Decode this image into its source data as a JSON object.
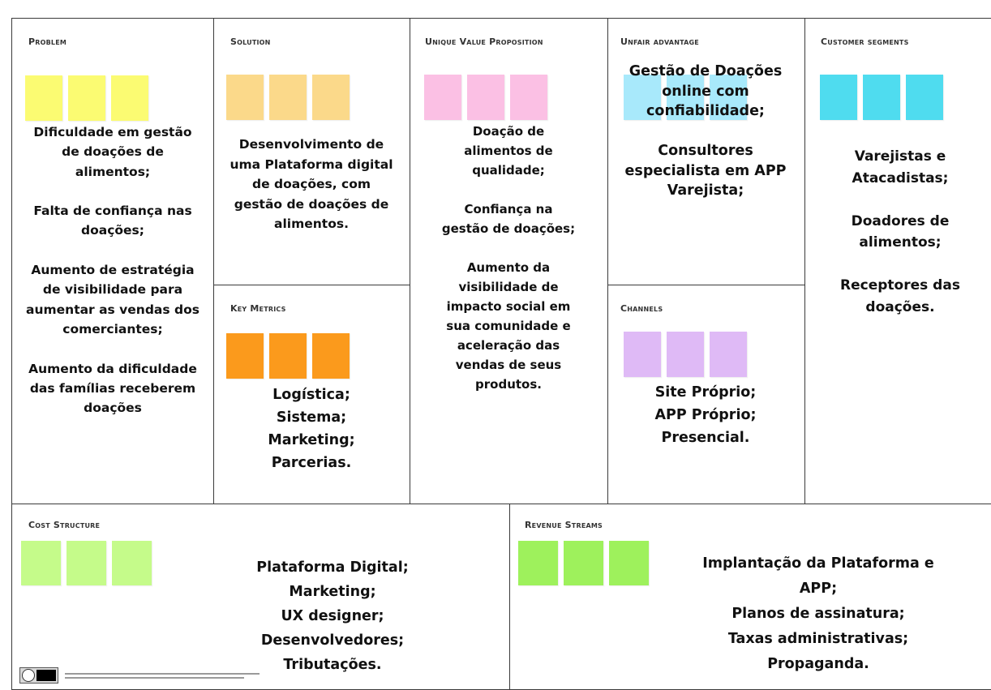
{
  "canvas": {
    "sections": {
      "problem": {
        "title": "Problem",
        "text": "Dificuldade em gestão\nde doações de\nalimentos;\n\nFalta de confiança nas\ndoações;\n\nAumento de estratégia\nde visibilidade para\naumentar as vendas dos\ncomerciantes;\n\nAumento da dificuldade\ndas famílias receberem\ndoações"
      },
      "solution": {
        "title": "Solution",
        "text": "Desenvolvimento de\numa Plataforma digital\nde doações, com\ngestão de doações de\nalimentos."
      },
      "key_metrics": {
        "title": "Key Metrics",
        "text": "Logística;\nSistema;\nMarketing;\nParcerias."
      },
      "uvp": {
        "title": "Unique Value Proposition",
        "text": "Doação de\nalimentos de\nqualidade;\n\nConfiança na\ngestão de doações;\n\nAumento da\nvisibilidade de\nimpacto social em\nsua comunidade e\naceleração das\nvendas de seus\nprodutos."
      },
      "unfair_advantage": {
        "title": "Unfair advantage",
        "text": "Gestão de Doações\nonline com\nconfiabilidade;\n\nConsultores\nespecialista em  APP\nVarejista;"
      },
      "channels": {
        "title": "Channels",
        "text": "Site Próprio;\nAPP Próprio;\nPresencial."
      },
      "customer_segments": {
        "title": "Customer segments",
        "text": "Varejistas e\nAtacadistas;\n\nDoadores de\nalimentos;\n\nReceptores das\ndoações."
      },
      "cost_structure": {
        "title": "Cost Structure",
        "text": "Plataforma Digital;\nMarketing;\nUX designer;\nDesenvolvedores;\nTributações."
      },
      "revenue_streams": {
        "title": "Revenue Streams",
        "text": "Implantação da Plataforma e\nAPP;\nPlanos de assinatura;\nTaxas administrativas;\nPropaganda."
      }
    },
    "note_colors": {
      "problem": "#fbfb72",
      "solution": "#fbd98a",
      "key_metrics": "#fb9a1c",
      "uvp": "#fbc0e4",
      "unfair_advantage": "#a8e9fb",
      "channels": "#dfbaf6",
      "customer_segments": "#4fdcef",
      "cost_structure": "#c5fb8a",
      "revenue_streams": "#9ef15c"
    }
  }
}
